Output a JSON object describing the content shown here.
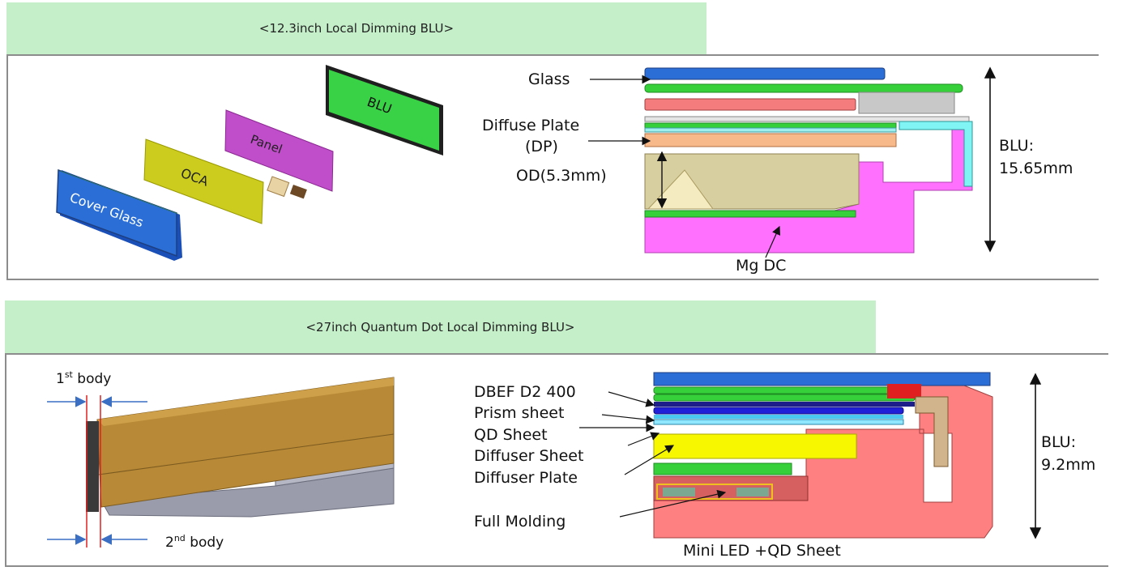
{
  "section1": {
    "title": "<12.3inch Local Dimming BLU>",
    "exploded": {
      "cover_glass": "Cover Glass",
      "oca": "OCA",
      "panel": "Panel",
      "blu": "BLU"
    },
    "cross_section": {
      "glass": "Glass",
      "diffuse_plate_1": "Diffuse Plate",
      "diffuse_plate_2": "(DP)",
      "od": "OD(5.3mm)",
      "mg_dc": "Mg DC",
      "blu_dim_1": "BLU:",
      "blu_dim_2": "15.65mm"
    }
  },
  "section2": {
    "title": "<27inch Quantum Dot Local Dimming BLU>",
    "body": {
      "first_base": "1",
      "first_sup": "st",
      "first_rest": " body",
      "second_base": "2",
      "second_sup": "nd",
      "second_rest": " body"
    },
    "cross_section": {
      "dbef": "DBEF D2 400",
      "prism": "Prism sheet",
      "qd": "QD Sheet",
      "diffuser_sheet": "Diffuser Sheet",
      "diffuser_plate": "Diffuser Plate",
      "full_molding": "Full Molding",
      "mini_led": "Mini LED +QD Sheet",
      "blu_dim_1": "BLU:",
      "blu_dim_2": "9.2mm"
    }
  },
  "colors": {
    "banner": "#c4efc9",
    "frame": "#8c8c8c",
    "blue": "#2b6fd6",
    "green": "#36d13a",
    "magenta": "#ff70ff",
    "salmon": "#ff8080",
    "orange": "#f8b98a",
    "yellow": "#f7f700",
    "bronze": "#b88936"
  }
}
